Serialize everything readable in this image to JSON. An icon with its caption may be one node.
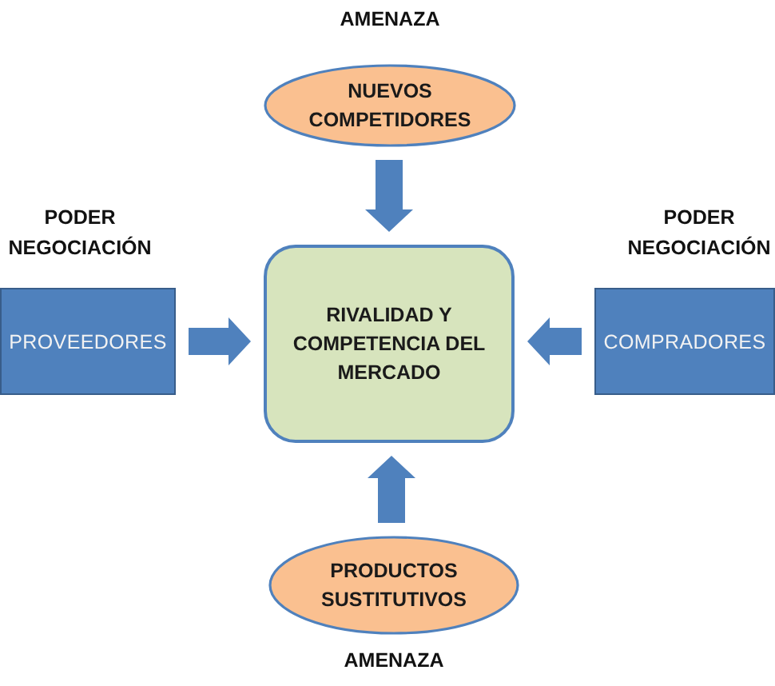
{
  "diagram": {
    "nodes": [
      {
        "text": [
          "NUEVOS COMPETIDORES"
        ],
        "beside": [
          "AMENAZA"
        ]
      },
      {
        "text": [
          "PROVEEDORES"
        ],
        "beside": [
          "PODER NEGOCIACIÓN"
        ]
      },
      {
        "text": [
          "RIVALIDAD Y COMPETENCIA DEL MERCADO"
        ]
      },
      {
        "text": [
          "COMPRADORES"
        ],
        "beside": [
          "PODER NEGOCIACIÓN"
        ]
      },
      {
        "text": [
          "PRODUCTOS SUSTITUTIVOS"
        ],
        "beside": [
          "AMENAZA"
        ]
      }
    ],
    "edges": [
      {
        "from": 0,
        "to": 2,
        "arrow": "to"
      },
      {
        "from": 1,
        "to": 2,
        "arrow": "to"
      },
      {
        "from": 3,
        "to": 2,
        "arrow": "to"
      },
      {
        "from": 4,
        "to": 2,
        "arrow": "to"
      }
    ]
  }
}
